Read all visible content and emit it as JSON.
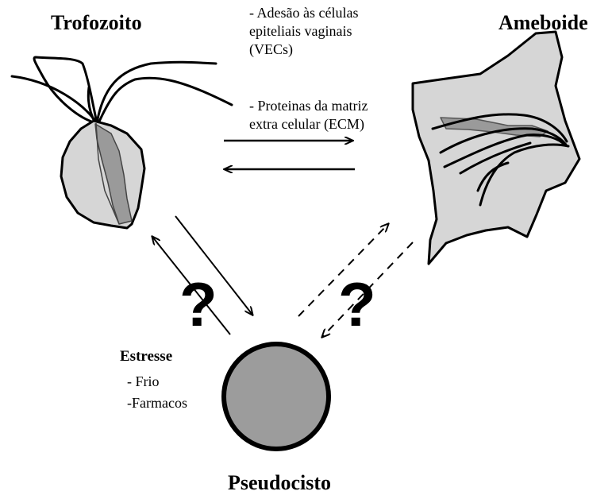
{
  "stages": {
    "trofozoito": "Trofozoito",
    "ameboide": "Ameboide",
    "pseudocisto": "Pseudocisto"
  },
  "adhesion_notes": {
    "line1": "- Adesão às células",
    "line2": "epiteliais vaginais",
    "line3": "(VECs)",
    "line4": "- Proteinas da matriz",
    "line5": "extra celular (ECM)"
  },
  "stress": {
    "title": "Estresse",
    "items": [
      "- Frio",
      "-Farmacos"
    ]
  },
  "unknown_transitions": {
    "left": "?",
    "right": "?"
  },
  "colors": {
    "cell_fill": "#d6d6d6",
    "cell_dark": "#9a9a9a",
    "cyst_fill": "#9c9c9c",
    "stroke": "#000000"
  }
}
